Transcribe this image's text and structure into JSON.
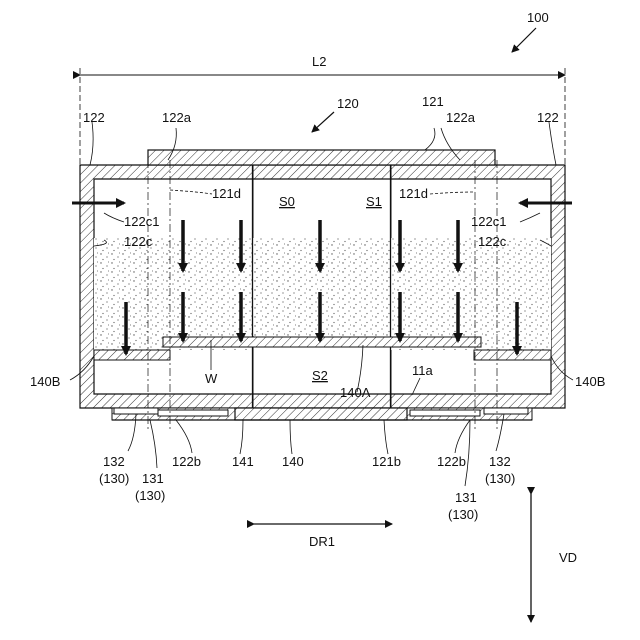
{
  "figure": {
    "ref_number": "100",
    "dimension_label": "L2",
    "device_ref": "120",
    "labels": {
      "l122_left": "122",
      "l122a_left": "122a",
      "l121_top": "121",
      "l122a_right": "122a",
      "l122_right": "122",
      "l121d_left": "121d",
      "l121d_right": "121d",
      "s0": "S0",
      "s1": "S1",
      "s2": "S2",
      "l122c1_left": "122c1",
      "l122c_left": "122c",
      "l122c1_right": "122c1",
      "l122c_right": "122c",
      "l140B_left": "140B",
      "l140B_right": "140B",
      "w": "W",
      "l140A": "140A",
      "l11a": "11a",
      "l132_left": "132",
      "l130_132_left": "(130)",
      "l131_left": "131",
      "l130_131_left": "(130)",
      "l122b_left": "122b",
      "l141": "141",
      "l140": "140",
      "l121b": "121b",
      "l122b_right": "122b",
      "l132_right": "132",
      "l130_132_right": "(130)",
      "l131_right": "131",
      "l130_131_right": "(130)",
      "dr1": "DR1",
      "vd": "VD"
    }
  }
}
